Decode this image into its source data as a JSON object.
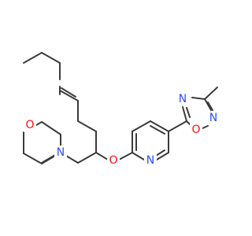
{
  "structure": {
    "atoms": [
      {
        "symbol": "N",
        "color": "#3050f8"
      },
      {
        "symbol": "O",
        "color": "#ff0d0d"
      },
      {
        "symbol": "N",
        "color": "#3050f8"
      },
      {
        "symbol": "O",
        "color": "#ff0d0d"
      },
      {
        "symbol": "N",
        "color": "#3050f8"
      },
      {
        "symbol": "O",
        "color": "#ff0d0d"
      },
      {
        "symbol": "N",
        "color": "#3050f8"
      }
    ],
    "bond_color": "#3b3b3b"
  }
}
